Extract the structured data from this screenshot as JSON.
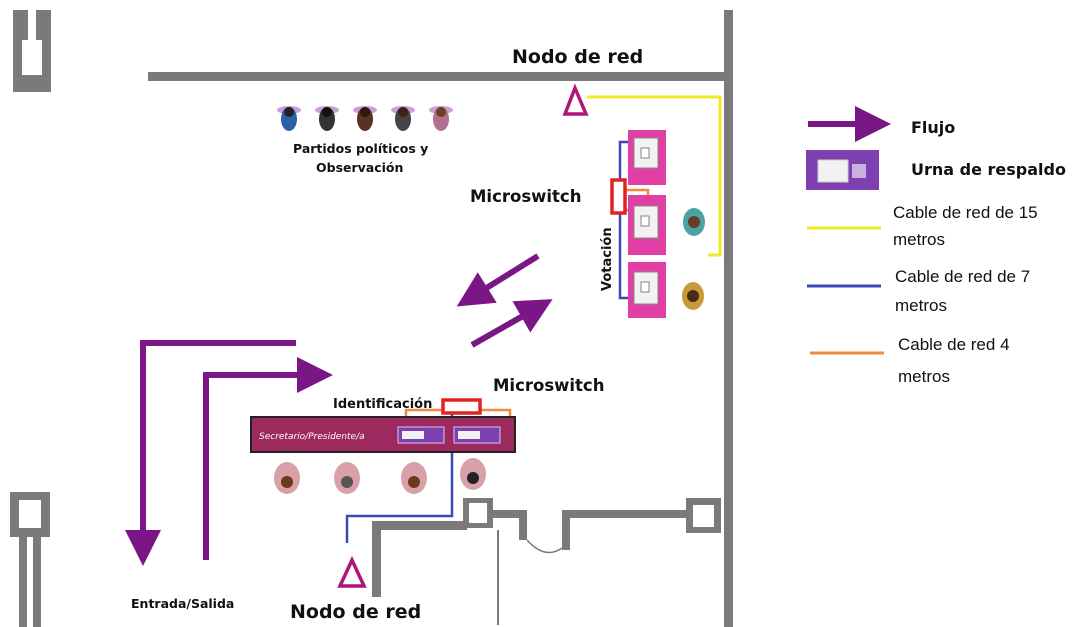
{
  "labels": {
    "node_top": "Nodo de red",
    "node_bottom": "Nodo de red",
    "parties": [
      "Partidos políticos y",
      "Observación"
    ],
    "microswitch_top": "Microswitch",
    "microswitch_mid": "Microswitch",
    "voting": "Votación",
    "identification": "Identificación",
    "table": "Secretario/Presidente/a",
    "entrance": "Entrada/Salida"
  },
  "legend": {
    "flow": "Flujo",
    "backup_box": "Urna de respaldo",
    "cable_15": [
      "Cable de red de 15",
      "metros"
    ],
    "cable_7": [
      "Cable de red de 7",
      "metros"
    ],
    "cable_4": [
      "Cable de red 4",
      "metros"
    ]
  },
  "colors": {
    "flow": "#7a1685",
    "node": "#b0157a",
    "cable_15": "#f2e82a",
    "cable_7": "#3b49b8",
    "cable_4": "#f08a3c",
    "microswitch": "#e02424",
    "wall": "#7a7a7a",
    "table": "#9c2a5e",
    "booth": "#e23fa6",
    "urn": "#8a3ab0"
  },
  "icons": [
    "network-node-icon",
    "microswitch-icon",
    "voting-booth-icon",
    "ballot-box-icon",
    "person-icon",
    "flow-arrow-icon"
  ]
}
